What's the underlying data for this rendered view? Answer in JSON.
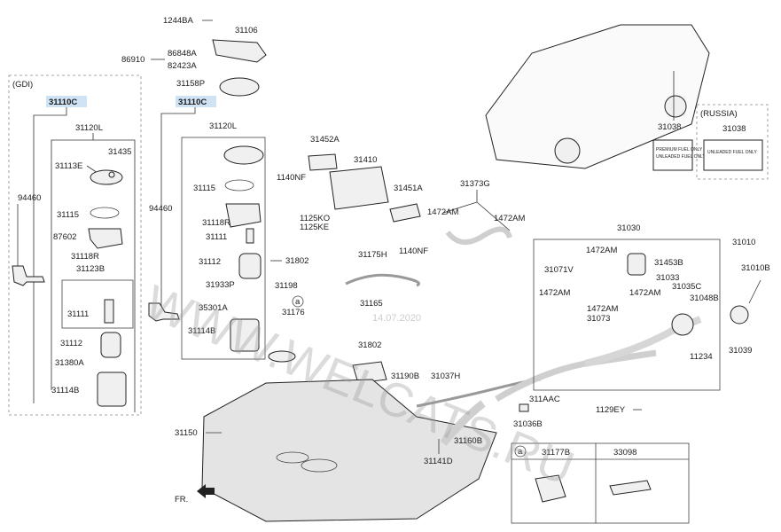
{
  "labels": {
    "gdi": "(GDI)",
    "russia": "(RUSSIA)",
    "fr": "FR.",
    "circle_a": "a",
    "watermark_1": "WWW.WELCATS.RU",
    "watermark_date": "14.07.2020"
  },
  "label_text": {
    "line1": "PREMIUM FUEL ONLY",
    "line2": "UNLEADED FUEL ONLY"
  },
  "parts": {
    "p1244BA": "1244BA",
    "p31106": "31106",
    "p86910": "86910",
    "p86848A": "86848A",
    "p82423A": "82423A",
    "p31158P": "31158P",
    "p31110C_left": "31110C",
    "p31110C_mid": "31110C",
    "p31120L_left": "31120L",
    "p31120L_mid": "31120L",
    "p31113E": "31113E",
    "p31435": "31435",
    "p94460_left": "94460",
    "p94460_mid": "94460",
    "p31115_left": "31115",
    "p31115_mid": "31115",
    "p87602": "87602",
    "p31118R_left": "31118R",
    "p31118R_mid": "31118R",
    "p31123B": "31123B",
    "p31111_left": "31111",
    "p31111_mid": "31111",
    "p31112_left": "31112",
    "p31112_mid": "31112",
    "p31380A": "31380A",
    "p31114B_left": "31114B",
    "p31114B_mid": "31114B",
    "p31933P": "31933P",
    "p35301A": "35301A",
    "p31802_a": "31802",
    "p31802_b": "31802",
    "p31198": "31198",
    "p31176": "31176",
    "p31452A": "31452A",
    "p31410": "31410",
    "p1140NF_a": "1140NF",
    "p1140NF_b": "1140NF",
    "p31451A": "31451A",
    "p1125KO": "1125KO",
    "p1125KE": "1125KE",
    "p31373G": "31373G",
    "p1472AM_a": "1472AM",
    "p1472AM_b": "1472AM",
    "p1472AM_c": "1472AM",
    "p1472AM_d": "1472AM",
    "p1472AM_e": "1472AM",
    "p1472AM_f": "1472AM",
    "p31175H": "31175H",
    "p31165": "31165",
    "p31190B": "31190B",
    "p31037H": "31037H",
    "p31150": "31150",
    "p31141D": "31141D",
    "p31160B": "31160B",
    "p311AAC": "311AAC",
    "p31036B": "31036B",
    "p31030": "31030",
    "p31071V": "31071V",
    "p31453B": "31453B",
    "p31033": "31033",
    "p31035C": "31035C",
    "p31048B": "31048B",
    "p31073": "31073",
    "p11234": "11234",
    "p1129EY": "1129EY",
    "p31010": "31010",
    "p31010B": "31010B",
    "p31039": "31039",
    "p31038_a": "31038",
    "p31038_b": "31038",
    "p31177B": "31177B",
    "p33098": "33098"
  },
  "colors": {
    "highlight": "#cfe3f5",
    "ink": "#222222",
    "watermark": "#999999"
  }
}
